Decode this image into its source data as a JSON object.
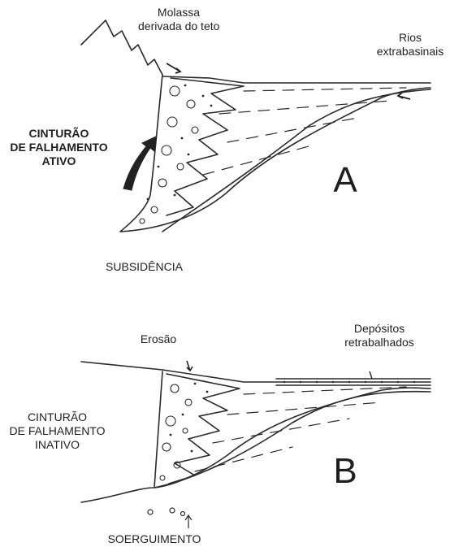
{
  "panel_a": {
    "top_label_line1": "Molassa",
    "top_label_line2": "derivada do teto",
    "right_label_line1": "Rios",
    "right_label_line2": "extrabasinais",
    "belt_line1": "CINTURÃO",
    "belt_line2": "DE FALHAMENTO",
    "belt_line3": "ATIVO",
    "letter": "A",
    "bottom_label": "SUBSIDÊNCIA"
  },
  "panel_b": {
    "top_label": "Erosão",
    "right_label_line1": "Depósitos",
    "right_label_line2": "retrabalhados",
    "belt_line1": "CINTURÃO",
    "belt_line2": "DE FALHAMENTO",
    "belt_line3": "INATIVO",
    "letter": "B",
    "bottom_label": "SOERGUIMENTO"
  }
}
